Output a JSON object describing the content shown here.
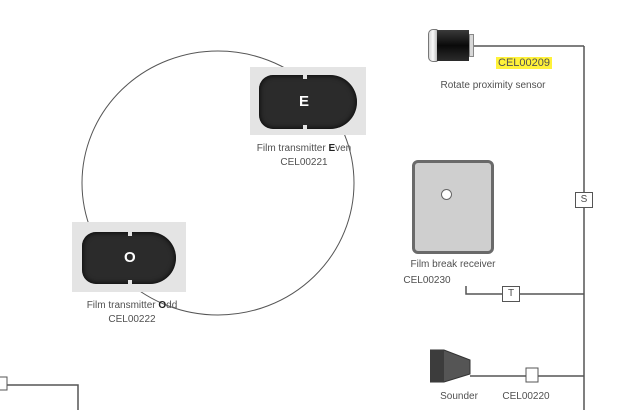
{
  "transmitter_even": {
    "letter": "E",
    "label_prefix": "Film transmitter ",
    "label_bold": "E",
    "label_suffix": "ven",
    "code": "CEL00221"
  },
  "transmitter_odd": {
    "letter": "O",
    "label_prefix": "Film transmitter ",
    "label_bold": "O",
    "label_suffix": "dd",
    "code": "CEL00222"
  },
  "proximity_sensor": {
    "code": "CEL00209",
    "label": "Rotate proximity sensor",
    "highlight_color": "#fff23a"
  },
  "film_break_receiver": {
    "label": "Film break receiver",
    "code": "CEL00230",
    "connector": "T"
  },
  "sounder": {
    "label": "Sounder",
    "code": "CEL00220"
  },
  "bus": {
    "connector": "S"
  }
}
